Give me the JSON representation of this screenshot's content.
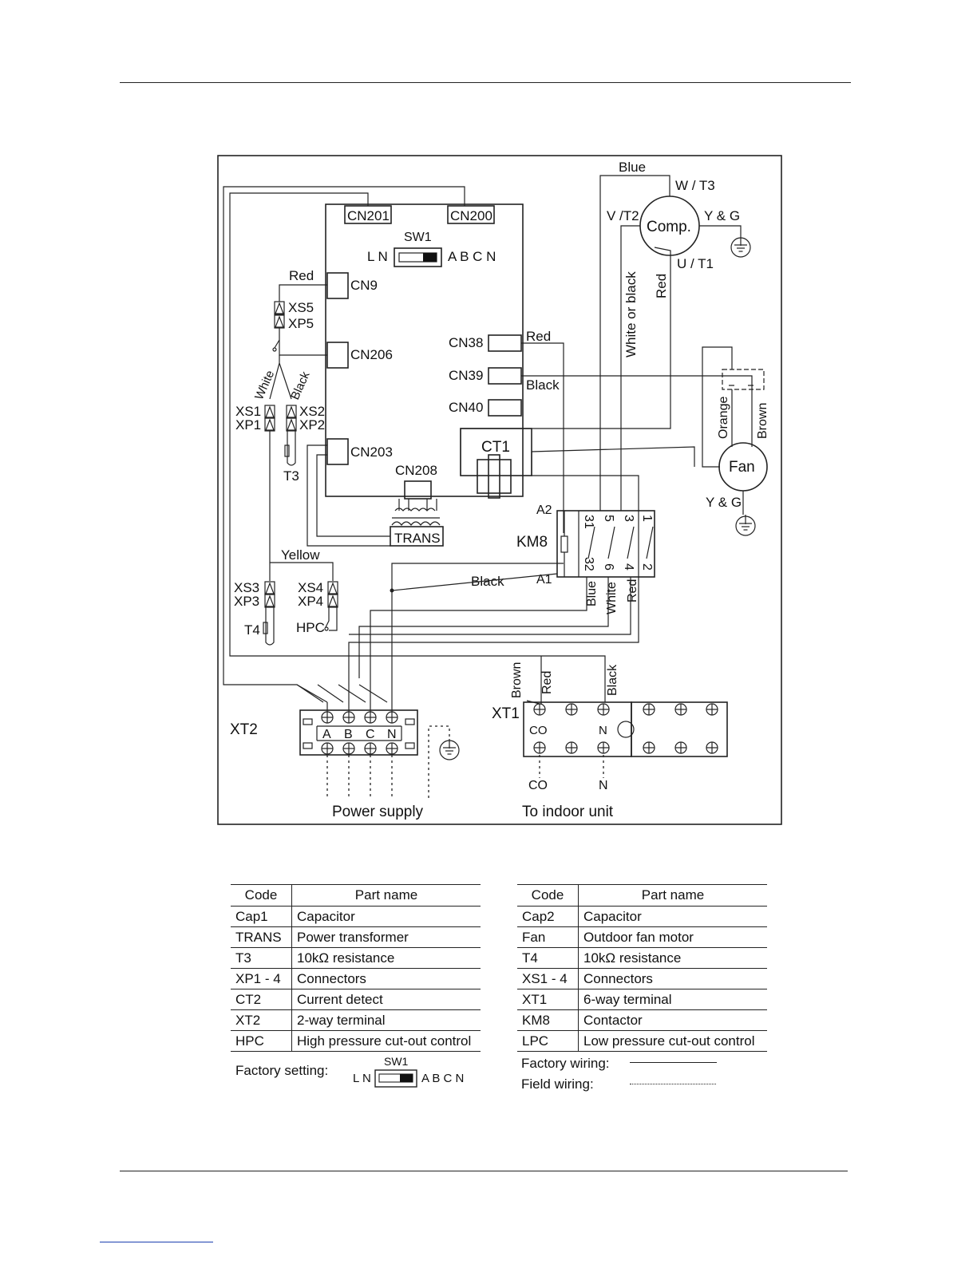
{
  "diagram": {
    "labels": {
      "cn201": "CN201",
      "cn200": "CN200",
      "sw1": "SW1",
      "ln": "L N",
      "abcn": "A B C N",
      "cn9": "CN9",
      "red_cn9": "Red",
      "xs5": "XS5",
      "xp5": "XP5",
      "cn206": "CN206",
      "white": "White",
      "black_t3": "Black",
      "xs1": "XS1",
      "xp1": "XP1",
      "xs2": "XS2",
      "xp2": "XP2",
      "t3": "T3",
      "cn203": "CN203",
      "cn208": "CN208",
      "trans": "TRANS",
      "yellow": "Yellow",
      "xs3": "XS3",
      "xp3": "XP3",
      "xs4": "XS4",
      "xp4": "XP4",
      "t4": "T4",
      "hpc": "HPC",
      "cn38": "CN38",
      "cn39": "CN39",
      "cn40": "CN40",
      "red_cn38": "Red",
      "black_cn39": "Black",
      "ct1": "CT1",
      "blue_top": "Blue",
      "wt3": "W / T3",
      "vt2": "V /T2",
      "comp": "Comp.",
      "yg_comp": "Y & G",
      "ut1": "U / T1",
      "white_or_black": "White or black",
      "red_comp": "Red",
      "orange": "Orange",
      "brown_fan": "Brown",
      "fan": "Fan",
      "yg_fan": "Y & G",
      "a2": "A2",
      "a1": "A1",
      "km8": "KM8",
      "black_a1": "Black",
      "t31": "31",
      "t5": "5",
      "t3k": "3",
      "t1": "1",
      "t32": "32",
      "t6": "6",
      "t4k": "4",
      "t2": "2",
      "blue_km": "Blue",
      "white_km": "White",
      "red_km": "Red",
      "xt2": "XT2",
      "ta": "A",
      "tb": "B",
      "tc": "C",
      "tn": "N",
      "xt1": "XT1",
      "brown_xt1": "Brown",
      "red_xt1": "Red",
      "black_xt1": "Black",
      "co": "CO",
      "n": "N",
      "co_out": "CO",
      "n_out": "N",
      "power_supply": "Power supply",
      "to_indoor": "To indoor unit"
    }
  },
  "parts_table": {
    "headers": [
      "Code",
      "Part name"
    ],
    "left": [
      {
        "code": "Cap1",
        "name": "Capacitor"
      },
      {
        "code": "TRANS",
        "name": "Power transformer"
      },
      {
        "code": "T3",
        "name": "10kΩ resistance"
      },
      {
        "code": "XP1 - 4",
        "name": "Connectors"
      },
      {
        "code": "CT2",
        "name": "Current detect"
      },
      {
        "code": "XT2",
        "name": "2-way terminal"
      },
      {
        "code": "HPC",
        "name": "High pressure cut-out control"
      }
    ],
    "right": [
      {
        "code": "Cap2",
        "name": "Capacitor"
      },
      {
        "code": "Fan",
        "name": "Outdoor fan motor"
      },
      {
        "code": "T4",
        "name": "10kΩ resistance"
      },
      {
        "code": "XS1 - 4",
        "name": "Connectors"
      },
      {
        "code": "XT1",
        "name": "6-way terminal"
      },
      {
        "code": "KM8",
        "name": "Contactor"
      },
      {
        "code": "LPC",
        "name": "Low pressure cut-out control"
      }
    ]
  },
  "legend": {
    "factory_setting": "Factory setting:",
    "sw1": "SW1",
    "ln": "L N",
    "abcn": "A B C N",
    "factory_wiring": "Factory wiring:",
    "field_wiring": "Field wiring:"
  }
}
